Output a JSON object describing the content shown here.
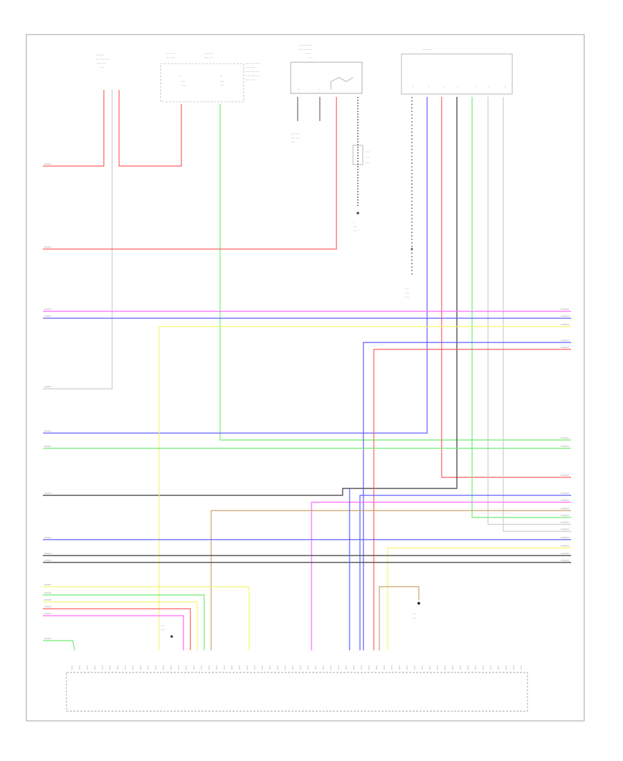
{
  "diagram": {
    "footer_code": "",
    "ecm_title_1": "",
    "ecm_title_2": ""
  },
  "colors": {
    "red": "#ff5a5a",
    "pink": "#ff66ff",
    "blue": "#5a5aff",
    "yellow": "#f5f56a",
    "green": "#6aee6a",
    "black": "#333333",
    "white": "#cccccc",
    "brown": "#c8a064",
    "frame": "#888888"
  },
  "wire_colors_left": [
    "RED",
    "RED",
    "PNK",
    "BLU",
    "WHT",
    "BLU",
    "LT GRN",
    "BLK",
    "BLU",
    "BRN",
    "BRN",
    "YEL",
    "LT GRN",
    "YEL",
    "RED",
    "PNK",
    "GRN"
  ],
  "wire_colors_right": [
    "PNK",
    "BLU",
    "YEL",
    "BLU",
    "RED",
    "GRN",
    "LT GRN",
    "RED",
    "BLU",
    "PNK",
    "BLU",
    "LT GRN",
    "WHT",
    "GRY",
    "BLU",
    "YEL",
    "BRN",
    "BRN"
  ],
  "legend_note": ""
}
